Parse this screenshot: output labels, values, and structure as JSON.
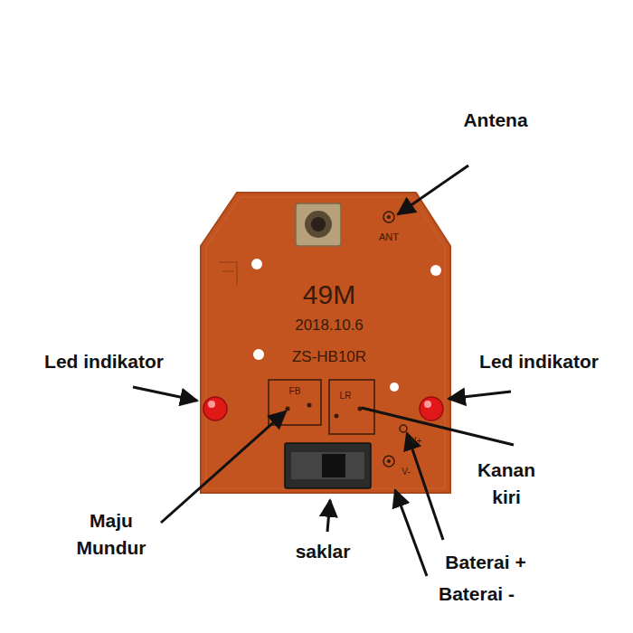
{
  "diagram": {
    "labels": [
      "Antena",
      "Led indikator",
      "Led indikator",
      "Maju Mundur",
      "Kanan kiri",
      "saklar",
      "Baterai +",
      "Baterai -",
      "ANT",
      "49M",
      "2018.10.6",
      "ZS-HB10R",
      "FB",
      "LR",
      "V+",
      "V-"
    ]
  }
}
